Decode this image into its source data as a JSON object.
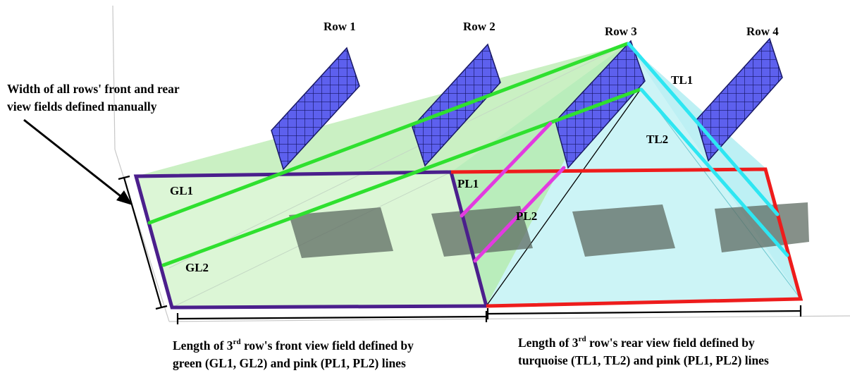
{
  "diagram": {
    "row_labels": [
      "Row 1",
      "Row 2",
      "Row 3",
      "Row 4"
    ],
    "line_labels": {
      "gl1": "GL1",
      "gl2": "GL2",
      "pl1": "PL1",
      "pl2": "PL2",
      "tl1": "TL1",
      "tl2": "TL2"
    },
    "annotation": {
      "line1": "Width of all rows' front and rear",
      "line2": "view fields defined manually"
    },
    "caption_front": {
      "line1_pre": "Length of 3",
      "line1_sup": "rd",
      "line1_post": " row's front view field defined by",
      "line2": "green (GL1, GL2) and pink (PL1, PL2) lines"
    },
    "caption_rear": {
      "line1_pre": "Length of 3",
      "line1_sup": "rd",
      "line1_post": " row's rear view field defined by",
      "line2": "turquoise (TL1, TL2) and pink (PL1, PL2) lines"
    },
    "colors": {
      "front_field": "#d6f5cf",
      "rear_field": "#ccf4f6",
      "front_border": "#4b1f8c",
      "rear_border": "#ee1c1c",
      "green_lines": "#2fe02f",
      "pink_lines": "#e23be0",
      "turquoise_lines": "#2ee6f2",
      "panel": "#5a5cf0",
      "shadow": "#5b6b60"
    }
  }
}
